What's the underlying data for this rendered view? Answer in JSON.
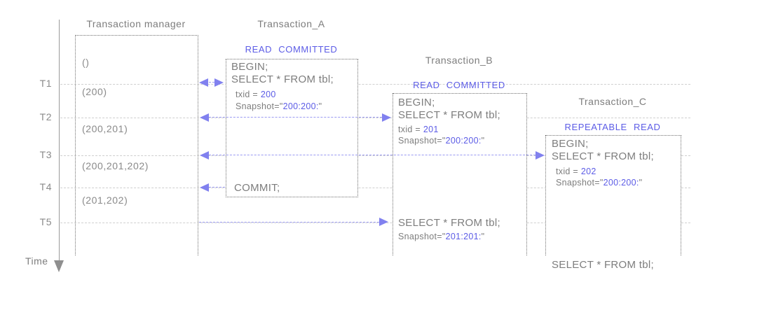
{
  "diagram": {
    "time_axis": {
      "label": "Time",
      "ticks": [
        "T1",
        "T2",
        "T3",
        "T4",
        "T5"
      ]
    },
    "manager": {
      "title": "Transaction manager",
      "states": [
        "()",
        "(200)",
        "(200,201)",
        "(200,201,202)",
        "(201,202)"
      ]
    },
    "transactions": [
      {
        "name": "Transaction_A",
        "isolation": "READ COMMITTED",
        "begin": "BEGIN;",
        "select": "SELECT * FROM tbl;",
        "txid_prefix": "txid = ",
        "txid": "200",
        "snapshot_prefix": "Snapshot=\"",
        "snapshot": "200:200:",
        "snapshot_suffix": "\"",
        "commit": "COMMIT;"
      },
      {
        "name": "Transaction_B",
        "isolation": "READ COMMITTED",
        "begin": "BEGIN;",
        "select": "SELECT * FROM tbl;",
        "txid_prefix": "txid = ",
        "txid": "201",
        "snapshot_prefix": "Snapshot=\"",
        "snapshot": "200:200:",
        "snapshot_suffix": "\"",
        "t5_select": "SELECT * FROM tbl;",
        "t5_snapshot_prefix": "Snapshot=\"",
        "t5_snapshot": "201:201:",
        "t5_snapshot_suffix": "\""
      },
      {
        "name": "Transaction_C",
        "isolation": "REPEATABLE READ",
        "begin": "BEGIN;",
        "select": "SELECT * FROM tbl;",
        "txid_prefix": "txid = ",
        "txid": "202",
        "snapshot_prefix": "Snapshot=\"",
        "snapshot": "200:200:",
        "snapshot_suffix": "\"",
        "t5_select": "SELECT * FROM tbl;"
      }
    ],
    "colors": {
      "text_gray": "#7d7d7d",
      "accent_blue": "#5c5ce6",
      "arrow_blue": "#8181ef",
      "gridline": "#cfcfcf",
      "box_border": "#6f6f6f"
    }
  }
}
